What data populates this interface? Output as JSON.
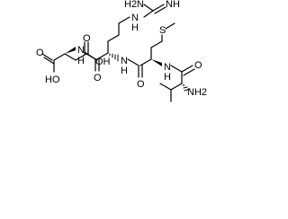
{
  "structure": {
    "labels": {
      "carboxylic_oh_top": "OH",
      "carboxylic_o_top": "O",
      "carboxylic_o_left": "O",
      "carboxylic_ho_left": "HO",
      "amide_nh_asp": "N",
      "amide_nh_asp_h": "H",
      "amide_o_arg": "O",
      "amide_nh_arg": "N",
      "amide_nh_arg_h": "H",
      "amide_o_met": "O",
      "amide_nh_met": "N",
      "amide_nh_met_h": "H",
      "amide_o_val": "O",
      "guanidine_nh2": "H2N",
      "guanidine_nh": "NH",
      "guanidine_n": "N",
      "guanidine_n_h": "H",
      "sulfur": "S",
      "val_nh2": "NH2"
    }
  }
}
